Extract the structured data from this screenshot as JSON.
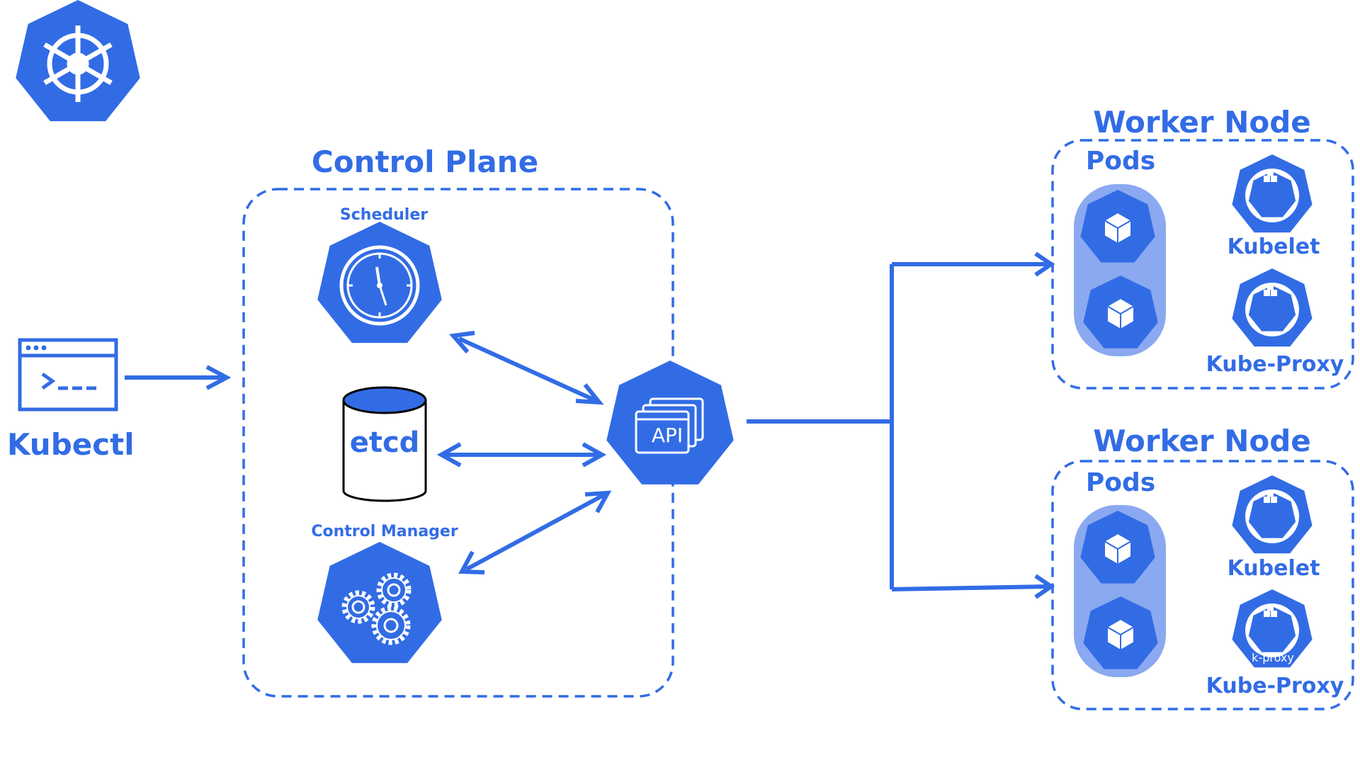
{
  "colors": {
    "primary": "#326ce5",
    "pod_group_fill": "#8aa9f0",
    "background": "#ffffff"
  },
  "logo": {
    "icon": "kubernetes-helm-icon"
  },
  "kubectl": {
    "label": "Kubectl",
    "icon": "terminal-window-icon"
  },
  "control_plane": {
    "title": "Control Plane",
    "scheduler": {
      "label": "Scheduler",
      "icon": "clock-icon"
    },
    "etcd": {
      "label": "etcd",
      "icon": "database-cylinder-icon"
    },
    "controller_manager": {
      "label": "Control Manager",
      "icon": "gears-icon"
    }
  },
  "api_server": {
    "label": "API",
    "icon": "api-windows-icon"
  },
  "worker_nodes": [
    {
      "title": "Worker Node",
      "pods_label": "Pods",
      "kubelet": {
        "label": "Kubelet",
        "icon": "kubelet-icon"
      },
      "kube_proxy": {
        "label": "Kube-Proxy",
        "icon": "kube-proxy-icon",
        "badge": ""
      }
    },
    {
      "title": "Worker Node",
      "pods_label": "Pods",
      "kubelet": {
        "label": "Kubelet",
        "icon": "kubelet-icon"
      },
      "kube_proxy": {
        "label": "Kube-Proxy",
        "icon": "kube-proxy-icon",
        "badge": "k-proxy"
      }
    }
  ]
}
